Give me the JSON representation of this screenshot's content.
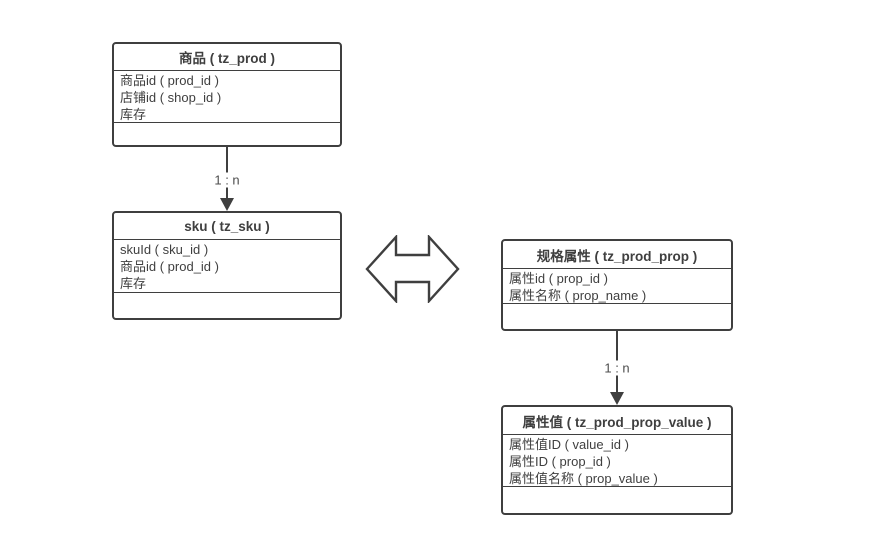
{
  "diagram": {
    "tables": {
      "prod": {
        "title": "商品 ( tz_prod )",
        "rows": [
          "商品id ( prod_id )",
          "店铺id ( shop_id )",
          "库存"
        ]
      },
      "sku": {
        "title": "sku ( tz_sku )",
        "rows": [
          "skuId ( sku_id )",
          "商品id ( prod_id )",
          "库存"
        ]
      },
      "prop": {
        "title": "规格属性 ( tz_prod_prop )",
        "rows": [
          "属性id ( prop_id )",
          "属性名称 ( prop_name )"
        ]
      },
      "prop_value": {
        "title": "属性值 ( tz_prod_prop_value )",
        "rows": [
          "属性值ID ( value_id )",
          "属性ID ( prop_id )",
          "属性值名称 ( prop_value )"
        ]
      }
    },
    "connectors": {
      "prod_to_sku": {
        "label": "1 : n"
      },
      "prop_to_prop_value": {
        "label": "1 : n"
      }
    },
    "icons": {
      "relation": "double-horizontal-arrow",
      "connector_end": "filled-down-arrowhead"
    },
    "colors": {
      "border": "#3f3f3f",
      "text": "#3f3f3f",
      "bg": "#ffffff"
    }
  }
}
